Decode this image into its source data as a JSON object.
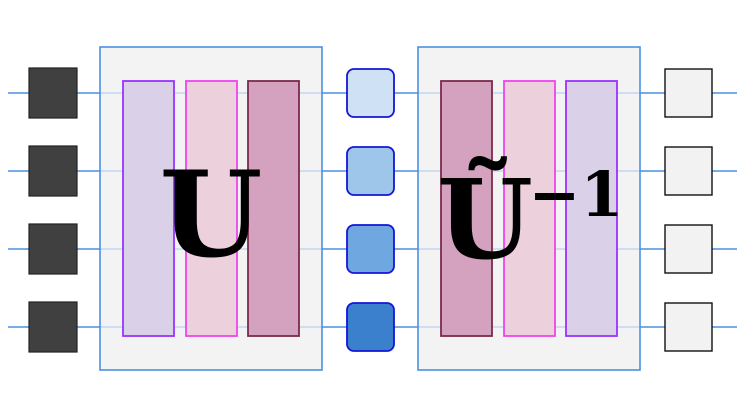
{
  "encoder": {
    "label": "U",
    "layer_colors": [
      "#dad0e8",
      "#ecd0dc",
      "#d4a1be"
    ],
    "layer_borders": [
      "#9933ff",
      "#ee44ee",
      "#7a2a4a"
    ]
  },
  "decoder": {
    "label_base": "Ũ",
    "label_superscript": "−1",
    "layer_colors": [
      "#d4a1be",
      "#ecd0dc",
      "#dad0e8"
    ],
    "layer_borders": [
      "#7a2a4a",
      "#ee44ee",
      "#9933ff"
    ]
  },
  "colors": {
    "wire": "#4a90e2",
    "block_fill": "#f3f3f4",
    "block_border": "#4a90e2",
    "input_square": "#404040",
    "output_square": "#f2f2f2",
    "latent_border": "#1515d8"
  },
  "latent_colors": [
    "#cfe1f4",
    "#9ec5ea",
    "#6fa8e0",
    "#3a80cc"
  ],
  "wire_count": 4
}
